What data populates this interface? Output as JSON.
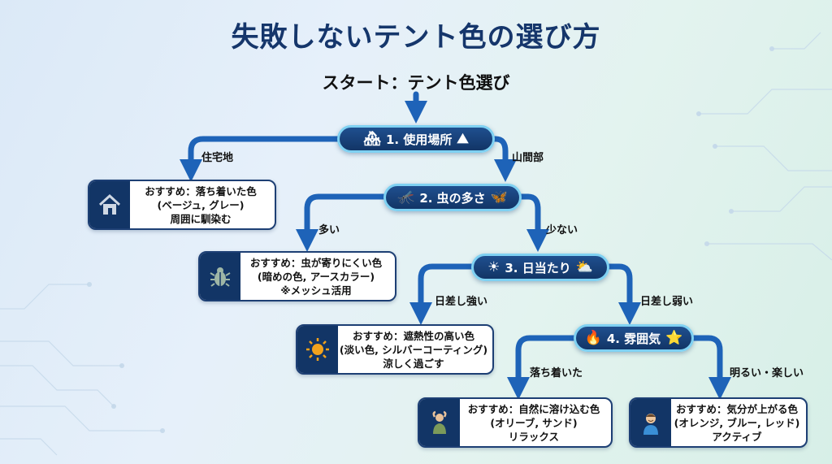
{
  "title": "失敗しないテント色の選び方",
  "start": "スタート：テント色選び",
  "nodes": {
    "q1": {
      "icon_left": "house-icon",
      "label": "1. 使用場所",
      "icon_right": "mountain-icon"
    },
    "q2": {
      "icon_left": "mosquito-icon",
      "label": "2. 虫の多さ",
      "icon_right": "butterfly-icon"
    },
    "q3": {
      "icon_left": "sun-icon",
      "label": "3. 日当たり",
      "icon_right": "sun-cloud-icon"
    },
    "q4": {
      "icon_left": "campfire-icon",
      "label": "4. 雰囲気",
      "icon_right": "star-icon"
    }
  },
  "edges": {
    "q1_left": "住宅地",
    "q1_right": "山間部",
    "q2_left": "多い",
    "q2_right": "少ない",
    "q3_left": "日差し強い",
    "q3_right": "日差し弱い",
    "q4_left": "落ち着いた",
    "q4_right": "明るい・楽しい"
  },
  "results": {
    "r1": {
      "icon": "house-icon",
      "lines": [
        "おすすめ：落ち着いた色",
        "(ベージュ, グレー)",
        "周囲に馴染む"
      ]
    },
    "r2": {
      "icon": "bug-icon",
      "lines": [
        "おすすめ：虫が寄りにくい色",
        "(暗めの色, アースカラー)",
        "※メッシュ活用"
      ]
    },
    "r3": {
      "icon": "sun-icon",
      "lines": [
        "おすすめ：遮熱性の高い色",
        "(淡い色, シルバーコーティング)",
        "涼しく過ごす"
      ]
    },
    "r4": {
      "icon": "relaxing-person-icon",
      "lines": [
        "おすすめ：自然に溶け込む色",
        "(オリーブ, サンド)",
        "リラックス"
      ]
    },
    "r5": {
      "icon": "happy-person-icon",
      "lines": [
        "おすすめ：気分が上がる色",
        "(オレンジ, ブルー, レッド)",
        "アクティブ"
      ]
    }
  },
  "colors": {
    "navy": "#15366b",
    "accent": "#7fd1f2",
    "arrow": "#1e63b8"
  }
}
